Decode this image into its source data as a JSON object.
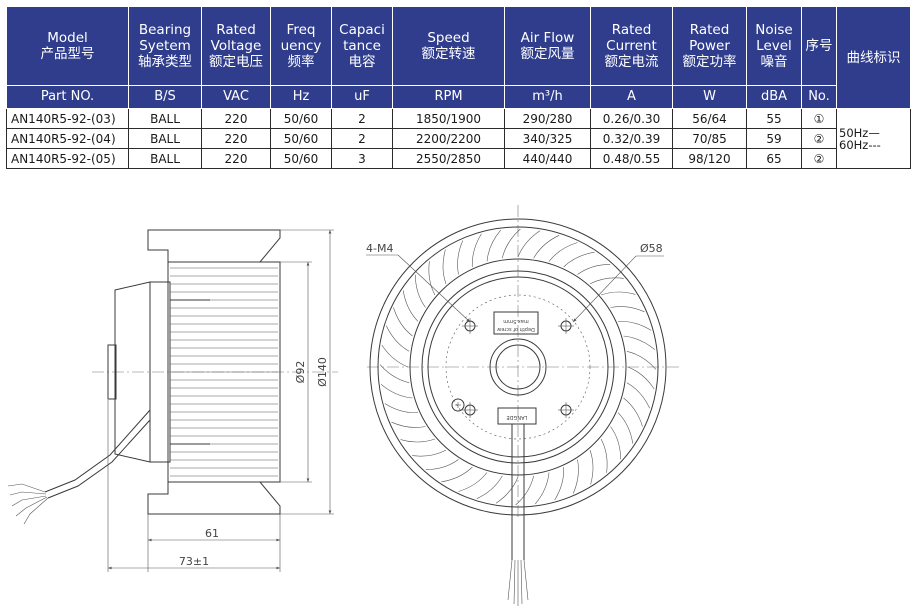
{
  "header": {
    "model": {
      "en": "Model",
      "zh": "产品型号"
    },
    "bearing": {
      "en": "Bearing Syetem",
      "zh": "轴承类型"
    },
    "voltage": {
      "en": "Rated Voltage",
      "zh": "额定电压"
    },
    "frequency": {
      "en": "Freq uency",
      "zh": "频率"
    },
    "capacitance": {
      "en": "Capaci tance",
      "zh": "电容"
    },
    "speed": {
      "en": "Speed",
      "zh": "额定转速"
    },
    "airflow": {
      "en": "Air Flow",
      "zh": "额定风量"
    },
    "current": {
      "en": "Rated Current",
      "zh": "额定电流"
    },
    "power": {
      "en": "Rated Power",
      "zh": "额定功率"
    },
    "noise": {
      "en": "Noise Level",
      "zh": "噪音"
    },
    "index": {
      "zh": "序号"
    },
    "curve": {
      "zh": "曲线标识"
    }
  },
  "units": {
    "model": "Part NO.",
    "bearing": "B/S",
    "voltage": "VAC",
    "frequency": "Hz",
    "capacitance": "uF",
    "speed": "RPM",
    "airflow": "m³/h",
    "current": "A",
    "power": "W",
    "noise": "dBA",
    "index": "No."
  },
  "rows": [
    {
      "model": "AN140R5-92-(03)",
      "bearing": "BALL",
      "voltage": "220",
      "frequency": "50/60",
      "capacitance": "2",
      "speed": "1850/1900",
      "airflow": "290/280",
      "current": "0.26/0.30",
      "power": "56/64",
      "noise": "55",
      "index": "①"
    },
    {
      "model": "AN140R5-92-(04)",
      "bearing": "BALL",
      "voltage": "220",
      "frequency": "50/60",
      "capacitance": "2",
      "speed": "2200/2200",
      "airflow": "340/325",
      "current": "0.32/0.39",
      "power": "70/85",
      "noise": "59",
      "index": "②"
    },
    {
      "model": "AN140R5-92-(05)",
      "bearing": "BALL",
      "voltage": "220",
      "frequency": "50/60",
      "capacitance": "3",
      "speed": "2550/2850",
      "airflow": "440/440",
      "current": "0.48/0.55",
      "power": "98/120",
      "noise": "65",
      "index": "②"
    }
  ],
  "curve_legend": {
    "line1": "50Hz—",
    "line2": "60Hz---"
  },
  "drawing": {
    "side": {
      "dia_inner": "Ø92",
      "dia_outer": "Ø140",
      "len_inner": "61",
      "len_total": "73±1"
    },
    "front": {
      "screw_callout": "4-M4",
      "dia_callout": "Ø58",
      "label_depth": "Depth of screw",
      "label_max": "max.5mm",
      "label_brand": "LANGDE"
    }
  }
}
